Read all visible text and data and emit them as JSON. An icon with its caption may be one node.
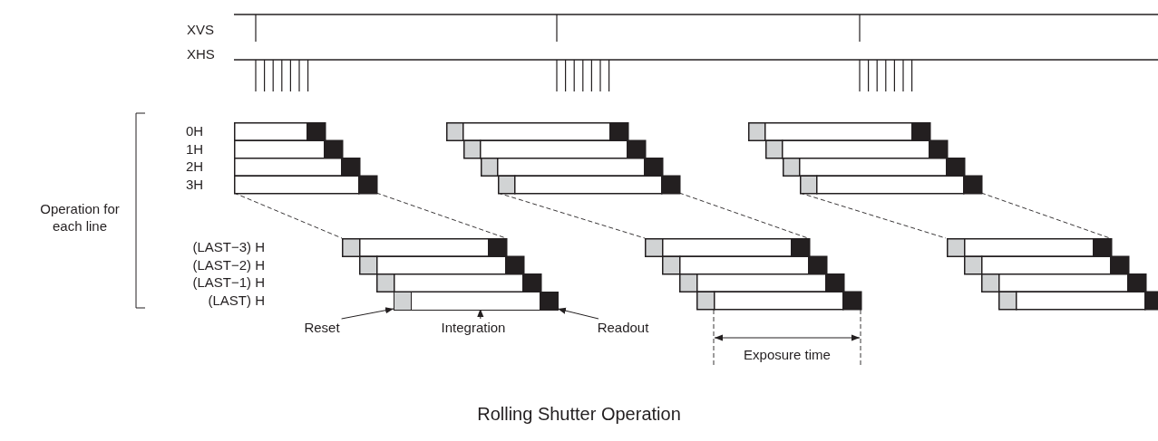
{
  "diagram": {
    "caption": "Rolling Shutter Operation",
    "nodes": [
      {
        "text": [
          "Reset"
        ]
      },
      {
        "text": [
          "Integration"
        ]
      },
      {
        "text": [
          "Readout"
        ]
      },
      {
        "text": [],
        "shape": "box"
      },
      {
        "text": [],
        "shape": "bar"
      },
      {
        "text": [],
        "shape": "box"
      }
    ],
    "edges": [
      {
        "from": 0,
        "to": 3,
        "arrow": "to"
      },
      {
        "from": 1,
        "to": 4,
        "arrow": "to"
      },
      {
        "from": 2,
        "to": 5,
        "arrow": "to"
      }
    ],
    "labels": [
      "XVS",
      "XHS",
      "0H",
      "1H",
      "2H",
      "3H",
      "Operation for each line",
      "(LAST−3) H",
      "(LAST−2) H",
      "(LAST−1) H",
      "(LAST) H",
      "Exposure time"
    ]
  }
}
